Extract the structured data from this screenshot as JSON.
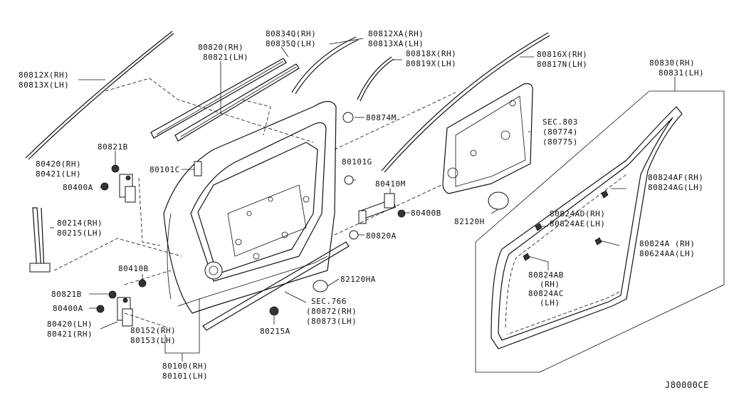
{
  "diagram_id": "J80000CE",
  "labels": {
    "l80812x": "80812X(RH)",
    "l80813x": "80813X(LH)",
    "l80820": "80820(RH)",
    "l80821": "80821(LH)",
    "l80834q": "80834Q(RH)",
    "l80835q": "80835Q(LH)",
    "l80812xa": "80812XA(RH)",
    "l80813xa": "80813XA(LH)",
    "l80818x": "80818X(RH)",
    "l80819x": "80819X(LH)",
    "l80816x": "80816X(RH)",
    "l80817n": "80817N(LH)",
    "l80830": "80830(RH)",
    "l80831": "80831(LH)",
    "l80874m": "80874M",
    "lsec803": "SEC.803",
    "l80774": "(80774)",
    "l80775": "(80775)",
    "l80821b_top": "80821B",
    "l80420_top": "80420(RH)",
    "l80421_top": "80421(LH)",
    "l80400a_top": "80400A",
    "l80101c": "80101C",
    "l80101g": "80101G",
    "l80410m": "80410M",
    "l80400b": "80400B",
    "l82120h": "82120H",
    "l80820a": "80820A",
    "l80214": "80214(RH)",
    "l80215": "80215(LH)",
    "l80824af": "80824AF(RH)",
    "l80824ag": "80824AG(LH)",
    "l80824ad": "80824AD(RH)",
    "l80824ae": "80824AE(LH)",
    "l80824a": "80824A (RH)",
    "l80824aa": "80624AA(LH)",
    "l80824ab": "80824AB",
    "l80824ab_rh": "(RH)",
    "l80824ac": "80824AC",
    "l80824ac_lh": "(LH)",
    "l80410b": "80410B",
    "l82120ha": "82120HA",
    "l80821b_bot": "80821B",
    "l80400a_bot": "80400A",
    "lsec766": "SEC.766",
    "l80872": "(80872(RH)",
    "l80873": "(80873(LH)",
    "l80420_bot": "80420(LH)",
    "l80421_bot": "80421(RH)",
    "l80152": "80152(RH)",
    "l80153": "80153(LH)",
    "l80215a": "80215A",
    "l80100": "80100(RH)",
    "l80101": "80101(LH)"
  }
}
